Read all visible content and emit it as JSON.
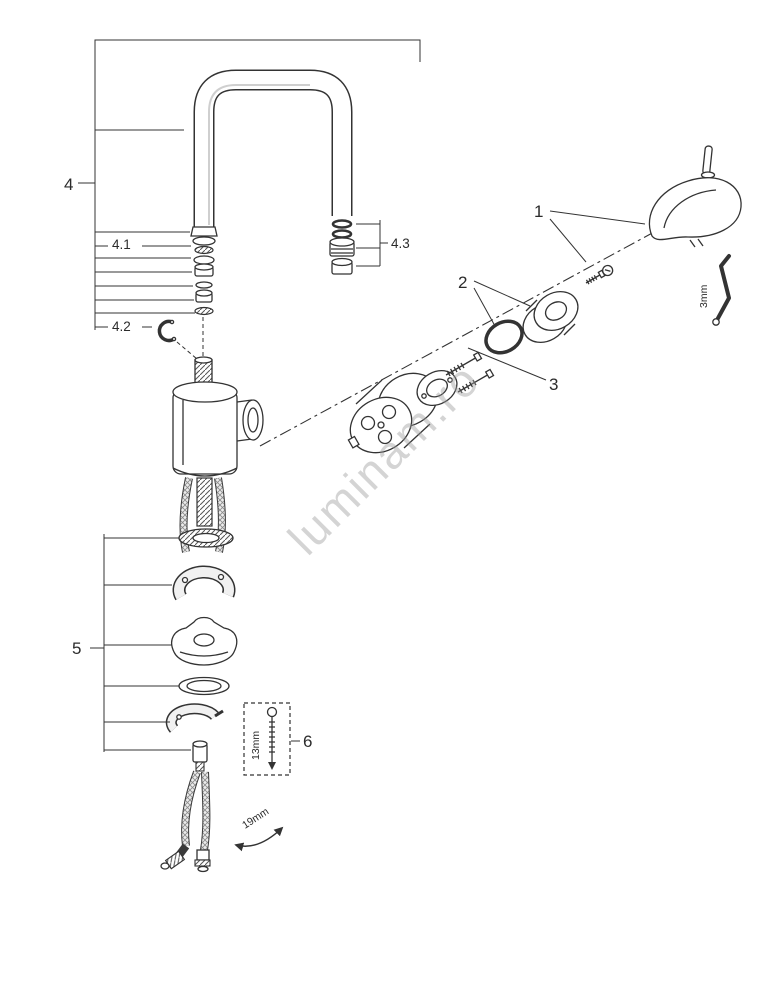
{
  "diagram": {
    "watermark": "luminam.ro"
  },
  "callouts": {
    "c1": "1",
    "c2": "2",
    "c3": "3",
    "c4": "4",
    "c4_1": "4.1",
    "c4_2": "4.2",
    "c4_3": "4.3",
    "c5": "5",
    "c6": "6"
  },
  "annotations": {
    "hex_key": "3mm",
    "socket": "13mm",
    "wrench": "19mm"
  }
}
